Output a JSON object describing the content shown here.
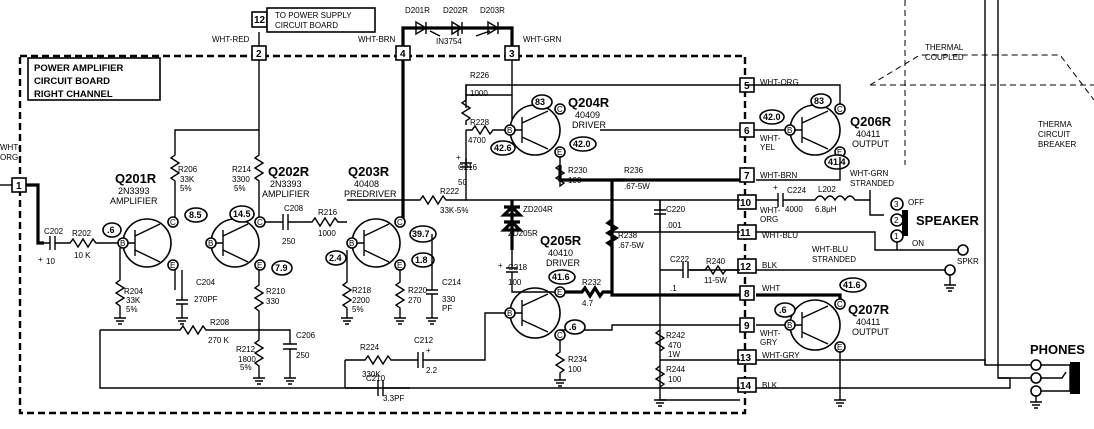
{
  "board": {
    "title_lines": [
      "POWER AMPLIFIER",
      "CIRCUIT BOARD",
      "RIGHT CHANNEL"
    ]
  },
  "power_supply_note": {
    "pin": "12",
    "lines": [
      "TO POWER SUPPLY",
      "CIRCUIT BOARD"
    ]
  },
  "top_diodes": {
    "labels": [
      "D201R",
      "D202R",
      "D203R"
    ],
    "part": "IN3754"
  },
  "terminals": [
    {
      "id": "t1",
      "num": "1",
      "wire": "WHT-ORG"
    },
    {
      "id": "t2",
      "num": "2",
      "wire": "WHT-RED"
    },
    {
      "id": "t4",
      "num": "4",
      "wire": "WHT-BRN"
    },
    {
      "id": "t3",
      "num": "3",
      "wire": "WHT-GRN"
    },
    {
      "id": "t5",
      "num": "5",
      "wire": "WHT-ORG"
    },
    {
      "id": "t6",
      "num": "6",
      "wire": "WHT-YEL"
    },
    {
      "id": "t7",
      "num": "7",
      "wire": "WHT-BRN"
    },
    {
      "id": "t10",
      "num": "10",
      "wire": "WHT-ORG"
    },
    {
      "id": "t11",
      "num": "11",
      "wire": "WHT-BLU"
    },
    {
      "id": "t12",
      "num": "12",
      "wire": "BLK"
    },
    {
      "id": "t8",
      "num": "8",
      "wire": "WHT"
    },
    {
      "id": "t9",
      "num": "9",
      "wire": "WHT-GRY"
    },
    {
      "id": "t13",
      "num": "13",
      "wire": "WHT-GRY"
    },
    {
      "id": "t14",
      "num": "14",
      "wire": "BLK"
    }
  ],
  "transistors": [
    {
      "id": "Q201R",
      "name": "Q201R",
      "part": "2N3393",
      "role": "AMPLIFIER"
    },
    {
      "id": "Q202R",
      "name": "Q202R",
      "part": "2N3393",
      "role": "AMPLIFIER"
    },
    {
      "id": "Q203R",
      "name": "Q203R",
      "part": "40408",
      "role": "PREDRIVER"
    },
    {
      "id": "Q204R",
      "name": "Q204R",
      "part": "40409",
      "role": "DRIVER"
    },
    {
      "id": "Q205R",
      "name": "Q205R",
      "part": "40410",
      "role": "DRIVER"
    },
    {
      "id": "Q206R",
      "name": "Q206R",
      "part": "40411",
      "role": "OUTPUT"
    },
    {
      "id": "Q207R",
      "name": "Q207R",
      "part": "40411",
      "role": "OUTPUT"
    }
  ],
  "voltages": {
    "q201_b": ".6",
    "q201_c": "8.5",
    "q202_c": "14.5",
    "q202_e": "7.9",
    "q203_b": "2.4",
    "q203_c": "39.7",
    "q203_e": "1.8",
    "q204_c": "83",
    "q204_b": "42.6",
    "q204_e": "42.0",
    "q205_e": "41.6",
    "q205_c": ".6",
    "q206_c": "83",
    "q206_b": "42.0",
    "q206_e": "41.4",
    "q207_c": "41.6",
    "q207_b": ".6"
  },
  "components": {
    "R206": [
      "R206",
      "33K",
      "5%"
    ],
    "R214": [
      "R214",
      "3300",
      "5%"
    ],
    "R202": [
      "R202",
      "10 K"
    ],
    "C202": [
      "C202",
      "10"
    ],
    "R204": [
      "R204",
      "33K",
      "5%"
    ],
    "C204": [
      "C204",
      "270PF"
    ],
    "R208": [
      "R208",
      "270 K"
    ],
    "C208": [
      "C208",
      "250"
    ],
    "R216": [
      "R216",
      "1000"
    ],
    "R210": [
      "R210",
      "330"
    ],
    "R212": [
      "R212",
      "1800",
      "5%"
    ],
    "C206": [
      "C206",
      "250"
    ],
    "R218": [
      "R218",
      "2200",
      "5%"
    ],
    "R220": [
      "R220",
      "270"
    ],
    "C214": [
      "C214",
      "330",
      "PF"
    ],
    "R222": [
      "R222",
      "33K-5%"
    ],
    "R224": [
      "R224",
      "330K"
    ],
    "C212": [
      "C212",
      "2.2"
    ],
    "C210": [
      "C210",
      "3.3PF"
    ],
    "R226": [
      "R226",
      "1000"
    ],
    "R228": [
      "R228",
      "4700"
    ],
    "C216": [
      "C216",
      "50"
    ],
    "R230": [
      "R230",
      "100"
    ],
    "ZD204R": [
      "ZD204R"
    ],
    "ZD205R": [
      "ZD205R"
    ],
    "C218": [
      "C218",
      "100"
    ],
    "R232": [
      "R232",
      "4.7"
    ],
    "R234": [
      "R234",
      "100"
    ],
    "R236": [
      "R236",
      ".67-5W"
    ],
    "R238": [
      "R238",
      ".67-5W"
    ],
    "C220": [
      "C220",
      ".001"
    ],
    "C222": [
      "C222",
      ".1"
    ],
    "R240": [
      "R240",
      "11-5W"
    ],
    "R242": [
      "R242",
      "470",
      "1W"
    ],
    "R244": [
      "R244",
      "100"
    ],
    "C224": [
      "C224",
      "4000"
    ],
    "L202": [
      "L202",
      "6.8μH"
    ]
  },
  "output_section": {
    "thermal_coupled": [
      "THERMAL",
      "COUPLED"
    ],
    "thermal_breaker": [
      "THERMA",
      "CIRCUIT",
      "BREAKER"
    ],
    "wht_grn_stranded": [
      "WHT-GRN",
      "STRANDED"
    ],
    "wht_blu_stranded": [
      "WHT-BLU",
      "STRANDED"
    ],
    "speaker": "SPEAKER",
    "off": "OFF",
    "on": "ON",
    "spkr": "SPKR",
    "phones": "PHONES",
    "sw_top": "3",
    "sw_mid": "2",
    "sw_bot": "1"
  }
}
